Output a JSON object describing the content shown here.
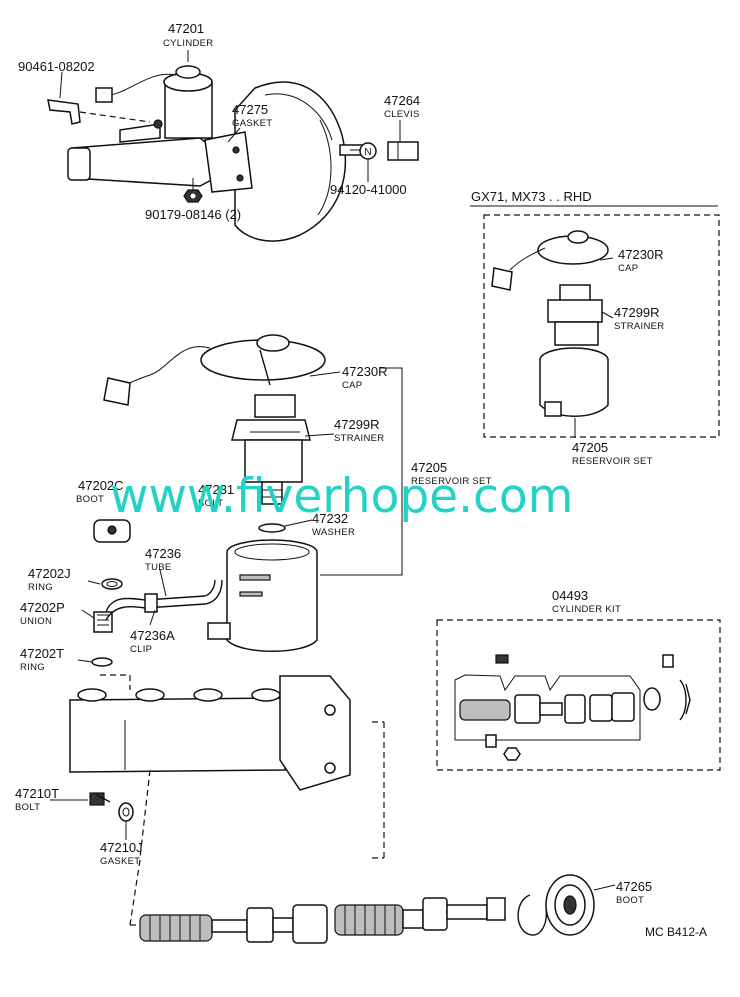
{
  "subtitle": "GX71, MX73 . . RHD",
  "watermark": "www.fiverhope.com",
  "figure_code": "MC B412-A",
  "labels": {
    "l47201": {
      "num": "47201",
      "name": "CYLINDER"
    },
    "l90461": {
      "num": "90461-08202",
      "name": ""
    },
    "l47275": {
      "num": "47275",
      "name": "GASKET"
    },
    "l47264": {
      "num": "47264",
      "name": "CLEVIS"
    },
    "l94120": {
      "num": "94120-41000",
      "name": ""
    },
    "l90179": {
      "num": "90179-08146 (2)",
      "name": ""
    },
    "l47230R_main": {
      "num": "47230R",
      "name": "CAP"
    },
    "l47299R_main": {
      "num": "47299R",
      "name": "STRAINER"
    },
    "l47205_main": {
      "num": "47205",
      "name": "RESERVOIR SET"
    },
    "l47202C": {
      "num": "47202C",
      "name": "BOOT"
    },
    "l47231": {
      "num": "47231",
      "name": "BOLT"
    },
    "l47232": {
      "num": "47232",
      "name": "WASHER"
    },
    "l47236": {
      "num": "47236",
      "name": "TUBE"
    },
    "l47202J": {
      "num": "47202J",
      "name": "RING"
    },
    "l47202P": {
      "num": "47202P",
      "name": "UNION"
    },
    "l47236A": {
      "num": "47236A",
      "name": "CLIP"
    },
    "l47202T": {
      "num": "47202T",
      "name": "RING"
    },
    "l47230R_rhd": {
      "num": "47230R",
      "name": "CAP"
    },
    "l47299R_rhd": {
      "num": "47299R",
      "name": "STRAINER"
    },
    "l47205_rhd": {
      "num": "47205",
      "name": "RESERVOIR SET"
    },
    "l04493": {
      "num": "04493",
      "name": "CYLINDER KIT"
    },
    "l47210T": {
      "num": "47210T",
      "name": "BOLT"
    },
    "l47210J": {
      "num": "47210J",
      "name": "GASKET"
    },
    "l47265": {
      "num": "47265",
      "name": "BOOT"
    }
  },
  "callout_badge": "N"
}
